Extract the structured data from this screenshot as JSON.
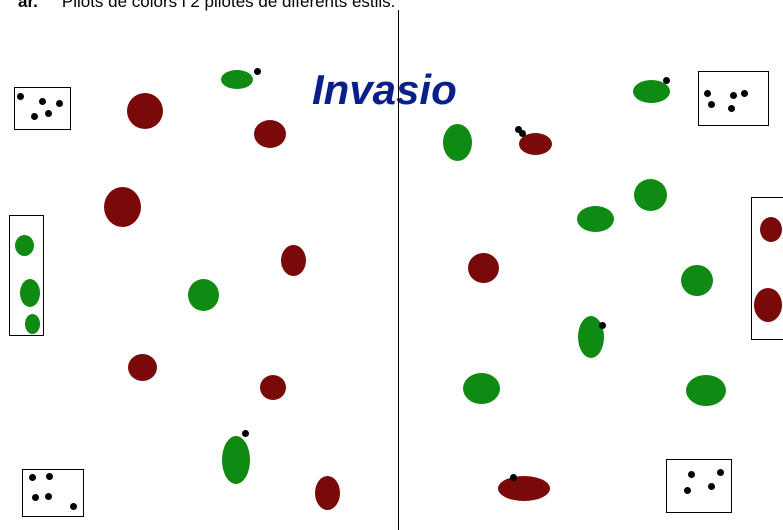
{
  "caption": {
    "label": "ar.",
    "text": "Pilots de colors i 2 pilotes de diferents estils."
  },
  "title": "Invasio",
  "colors": {
    "red_shape": "#7a0a0a",
    "green_shape": "#0f8a12",
    "dot": "#000000",
    "title": "#0a1f8a"
  },
  "icons": [
    "red-ellipse-icon",
    "green-ellipse-icon",
    "black-dot-icon",
    "divider-line"
  ]
}
